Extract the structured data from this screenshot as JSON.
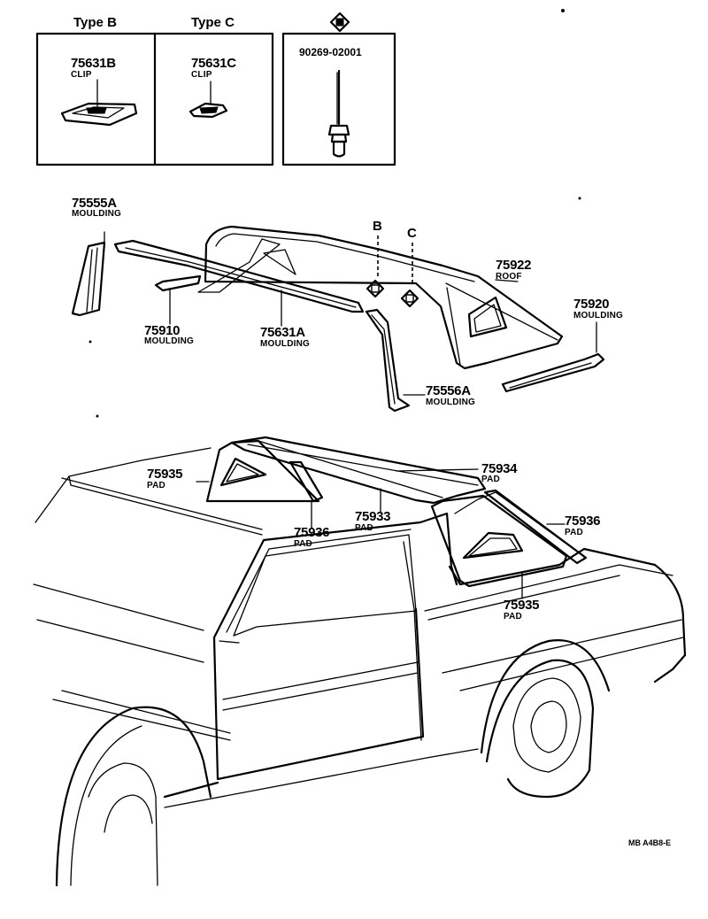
{
  "insets": {
    "type_b_header": "Type B",
    "type_c_header": "Type C",
    "clip_b": {
      "number": "75631B",
      "name": "CLIP"
    },
    "clip_c": {
      "number": "75631C",
      "name": "CLIP"
    },
    "screw": {
      "number": "90269-02001"
    }
  },
  "markers": {
    "b": "B",
    "c": "C"
  },
  "parts": {
    "p75555a": {
      "number": "75555A",
      "name": "MOULDING"
    },
    "p75910": {
      "number": "75910",
      "name": "MOULDING"
    },
    "p75631a": {
      "number": "75631A",
      "name": "MOULDING"
    },
    "p75922": {
      "number": "75922",
      "name": "ROOF"
    },
    "p75920": {
      "number": "75920",
      "name": "MOULDING"
    },
    "p75556a": {
      "number": "75556A",
      "name": "MOULDING"
    },
    "p75935_left": {
      "number": "75935",
      "name": "PAD"
    },
    "p75934": {
      "number": "75934",
      "name": "PAD"
    },
    "p75933": {
      "number": "75933",
      "name": "PAD"
    },
    "p75936_left": {
      "number": "75936",
      "name": "PAD"
    },
    "p75936_right": {
      "number": "75936",
      "name": "PAD"
    },
    "p75935_right": {
      "number": "75935",
      "name": "PAD"
    }
  },
  "diagram_code": "MB A4B8-E"
}
